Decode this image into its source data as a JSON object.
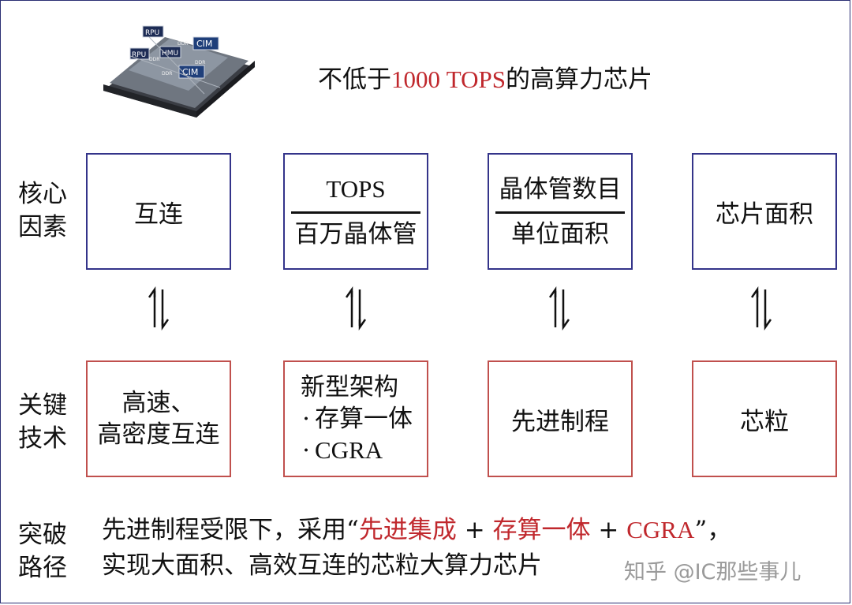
{
  "header": {
    "title_prefix": "不低于",
    "title_highlight": "1000 TOPS",
    "title_suffix": "的高算力芯片"
  },
  "chip_image": {
    "block_labels": [
      "RPU",
      "RPU",
      "HMU",
      "CIM",
      "CIM",
      "DDR",
      "DDR",
      "DDR",
      "DDR"
    ]
  },
  "rows": {
    "core_factors_label": [
      "核心",
      "因素"
    ],
    "key_tech_label": [
      "关键",
      "技术"
    ],
    "breakthrough_label": [
      "突破",
      "路径"
    ]
  },
  "core_factors": {
    "interconnect": "互连",
    "tops_fraction": {
      "numerator": "TOPS",
      "denominator": "百万晶体管"
    },
    "density_fraction": {
      "numerator": "晶体管数目",
      "denominator": "单位面积"
    },
    "chip_area": "芯片面积"
  },
  "arrow_symbol": "⇅",
  "key_technologies": {
    "interconnect": [
      "高速、",
      "高密度互连"
    ],
    "architecture": {
      "title": "新型架构",
      "items": [
        "存算一体",
        "CGRA"
      ],
      "bullet": "·"
    },
    "process": "先进制程",
    "chiplet": "芯粒"
  },
  "conclusion": {
    "line1_prefix": "先进制程受限下，采用“",
    "line1_red_1": "先进集成",
    "plus": " + ",
    "line1_red_2": "存算一体",
    "line1_red_3": "CGRA",
    "line1_suffix": "”，",
    "line2": "实现大面积、高效互连的芯粒大算力芯片"
  },
  "watermark": "知乎 @IC那些事儿",
  "colors": {
    "highlight_red": "#c0282d",
    "blue_border": "#34348a",
    "red_border": "#c0504d"
  }
}
